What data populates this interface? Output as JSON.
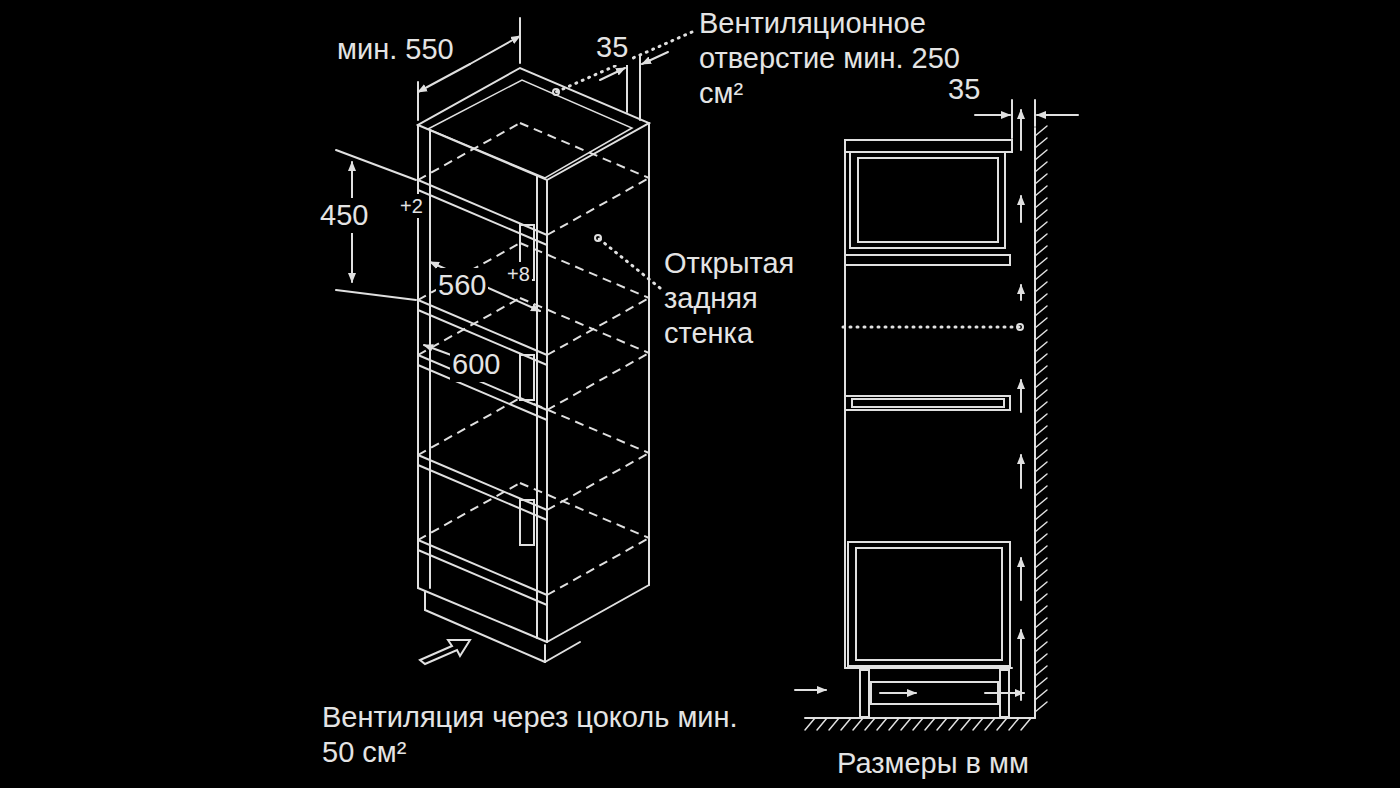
{
  "diagram": {
    "labels": [
      "мин. 550",
      "35",
      "Вентиляционное отверстие мин. 250 см²",
      "35",
      "450",
      "+2",
      "560",
      "+8",
      "Открытая задняя стенка",
      "600",
      "Вентиляция через цоколь мин. 50 см²",
      "Размеры в мм"
    ]
  }
}
